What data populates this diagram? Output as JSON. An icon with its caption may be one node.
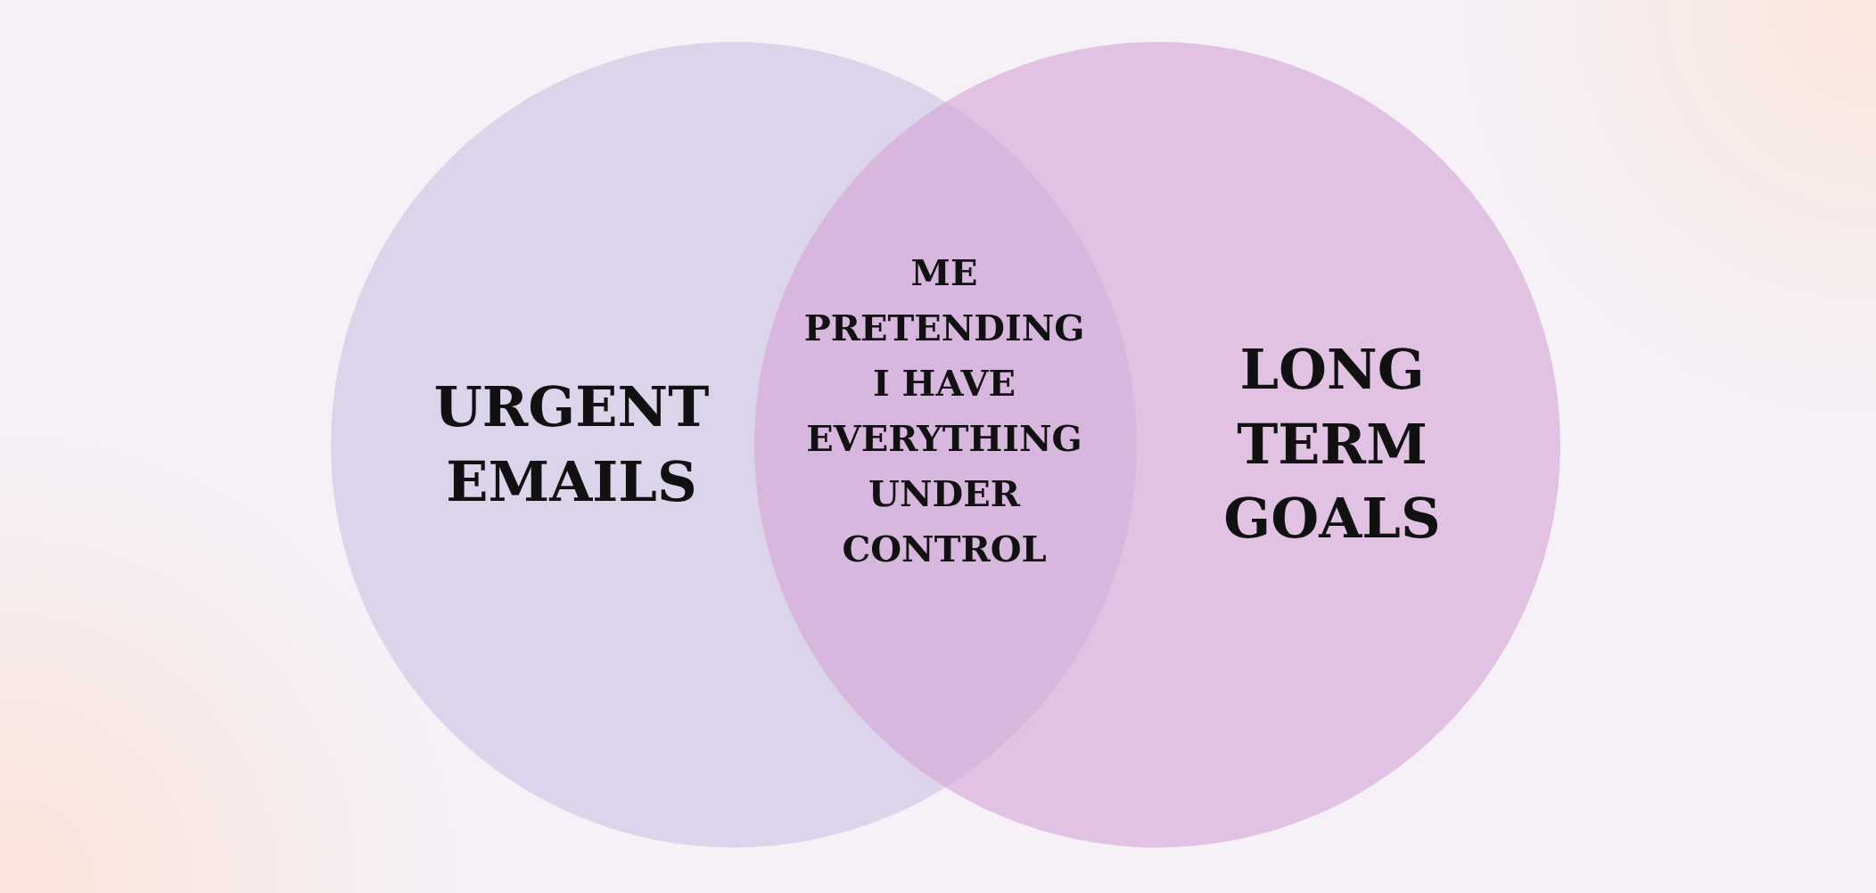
{
  "diagram": {
    "nodes": [
      {
        "text": [
          "URGENT EMAILS"
        ]
      },
      {
        "text": [
          "LONG TERM GOALS"
        ]
      }
    ],
    "labels": [
      "ME PRETENDING I HAVE EVERYTHING UNDER CONTROL"
    ]
  }
}
